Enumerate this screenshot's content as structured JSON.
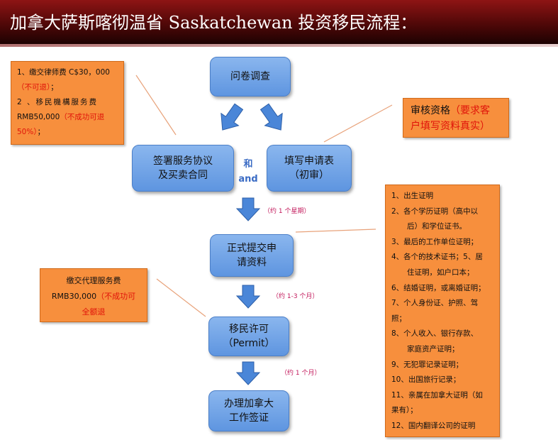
{
  "title": "加拿大萨斯喀彻温省 Saskatchewan 投资移民流程：",
  "steps": {
    "survey": "问卷调查",
    "sign_line1": "签署服务协议",
    "sign_line2": "及买卖合同",
    "fill_line1": "填写申请表",
    "fill_line2": "（初审）",
    "submit_line1": "正式提交申",
    "submit_line2": "请资料",
    "permit_line1": "移民许可",
    "permit_line2": "（Permit）",
    "visa_line1": "办理加拿大",
    "visa_line2": "工作签证"
  },
  "and": {
    "cn": "和",
    "en": "and"
  },
  "durations": {
    "d1": "（约 1 个星期）",
    "d2": "（约 1-3 个月）",
    "d3": "（约 1 个月）"
  },
  "notes": {
    "fees1": {
      "l1": "1、缴交律师费 C$30，000",
      "l2_red": "（不可退）",
      "l2_tail": "；",
      "l3": "2 、移民機構服务费",
      "l4": "RMB50,000",
      "l4_red": "（不成功可退",
      "l5_red": "50%）",
      "l5_tail": "；"
    },
    "review": {
      "l1a": "审核资格",
      "l1_red": "（要求客",
      "l2_red": "户填写资料真实）"
    },
    "fees2": {
      "l1": "缴交代理服务费",
      "l2": "RMB30,000",
      "l2_red": "（不成功可",
      "l3_red": "全额退"
    },
    "documents": [
      "1、出生证明",
      "2、各个学历证明（高中以",
      "后）和学位证书。",
      "3、最后的工作单位证明；",
      "4、各个的技术证书；5、居",
      "住证明，如户口本；",
      "6、结婚证明，或离婚证明；",
      "7、个人身份证、护照、驾",
      "照；",
      "8、个人收入、银行存款、",
      "家庭资产证明；",
      "9、无犯罪记录证明；",
      "10、出国旅行记录；",
      "11、亲属在加拿大证明（如",
      "果有）；",
      "12、国内翻译公司的证明"
    ]
  },
  "colors": {
    "step_fill": "#6f9fe6",
    "note_fill": "#f78f3d",
    "arrow": "#4a86d8",
    "header": "#6b0c0c",
    "note_red": "#e0140a"
  },
  "icons": [
    "arrow-down-icon"
  ]
}
